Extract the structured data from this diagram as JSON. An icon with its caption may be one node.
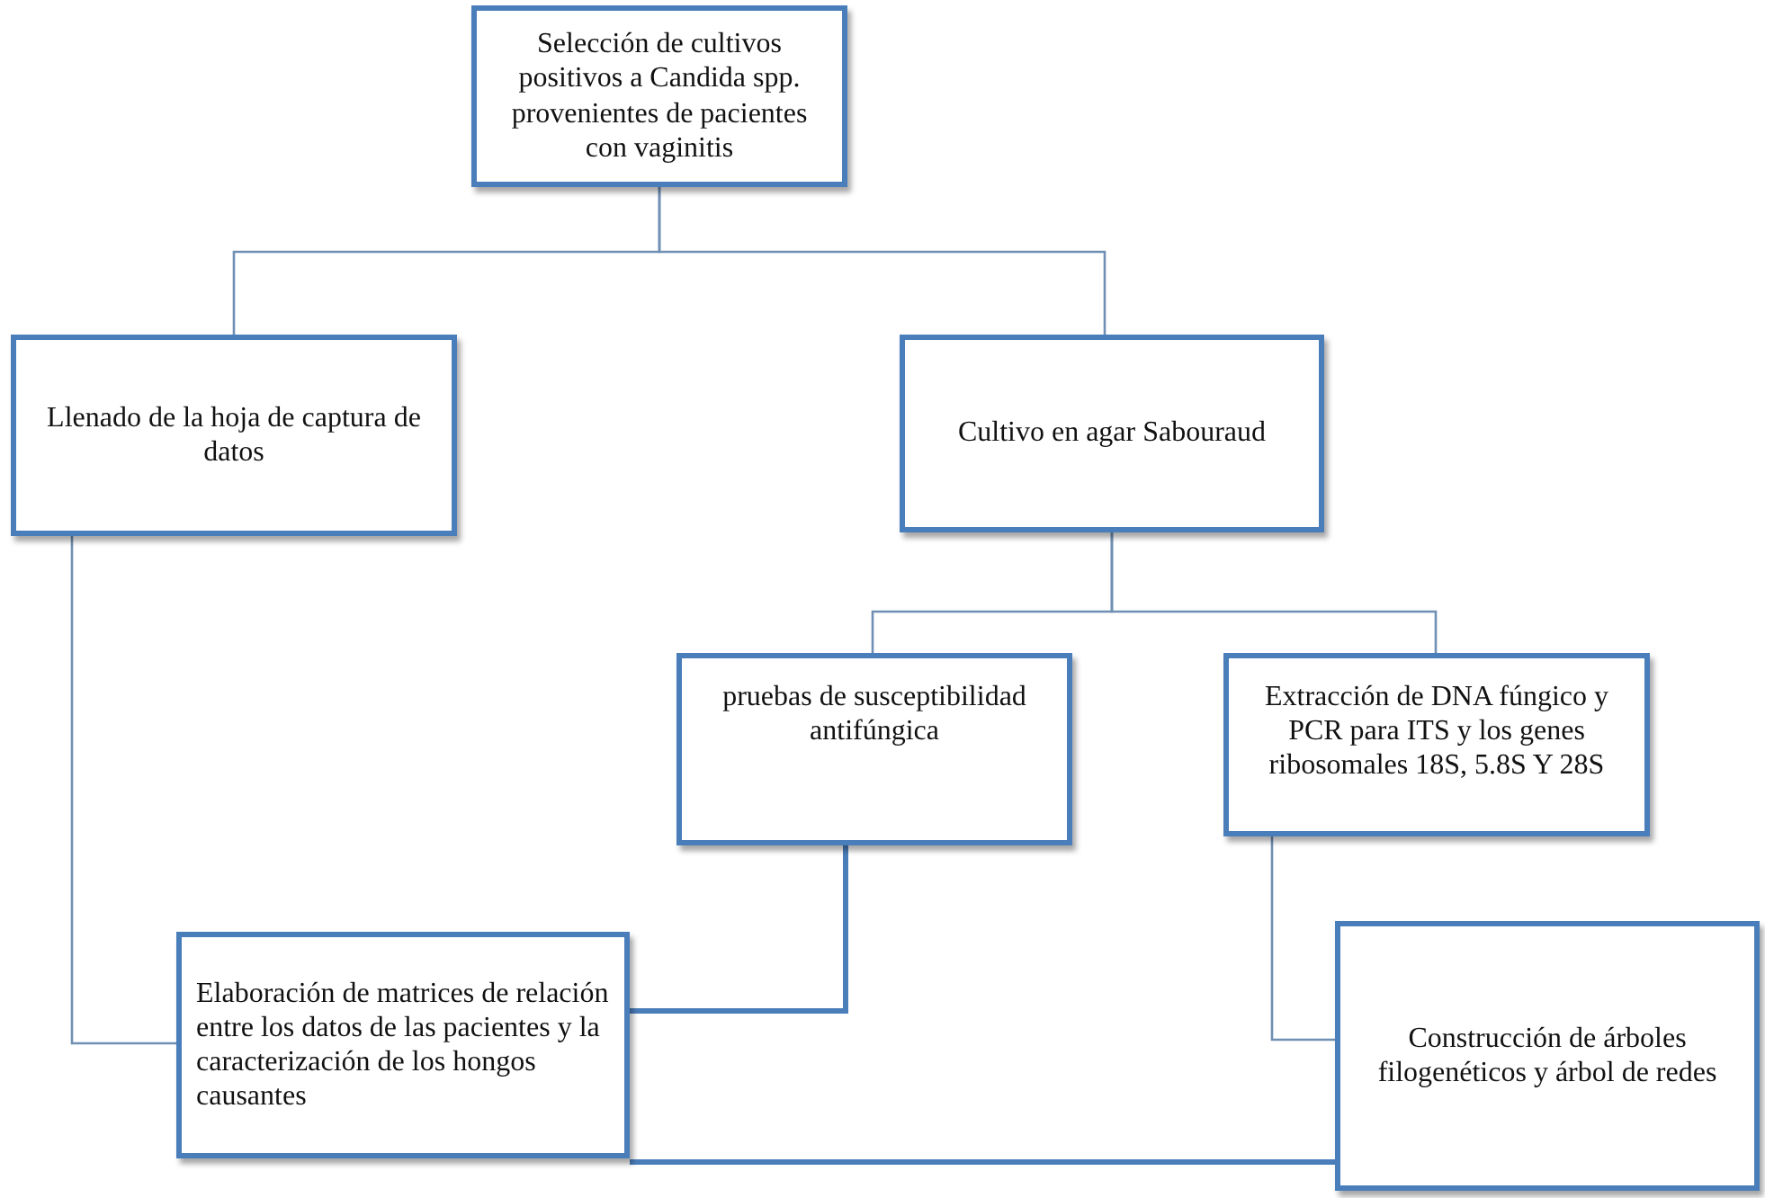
{
  "diagram": {
    "nodes": [
      {
        "text": [
          "Selección de cultivos positivos a Candida spp. provenientes de pacientes con vaginitis"
        ]
      },
      {
        "text": [
          "Llenado de la hoja de captura de datos"
        ]
      },
      {
        "text": [
          "Cultivo en agar Sabouraud"
        ]
      },
      {
        "text": [
          "pruebas de susceptibilidad antifúngica"
        ]
      },
      {
        "text": [
          "Extracción de DNA fúngico y PCR para ITS y los genes ribosomales 18S, 5.8S Y 28S"
        ]
      },
      {
        "text": [
          "Elaboración de matrices de relación entre los datos de las pacientes y la caracterización de los hongos causantes"
        ]
      },
      {
        "text": [
          "Construcción de árboles filogenéticos y árbol de redes"
        ]
      }
    ],
    "edges": [
      {
        "from": 0,
        "to": 1,
        "arrow": "none"
      },
      {
        "from": 0,
        "to": 2,
        "arrow": "none"
      },
      {
        "from": 2,
        "to": 3,
        "arrow": "none"
      },
      {
        "from": 2,
        "to": 4,
        "arrow": "none"
      },
      {
        "from": 1,
        "to": 5,
        "arrow": "none"
      },
      {
        "from": 3,
        "to": 5,
        "arrow": "none",
        "style": "thick"
      },
      {
        "from": 4,
        "to": 6,
        "arrow": "none"
      },
      {
        "from": 5,
        "to": 6,
        "arrow": "none",
        "style": "thick"
      }
    ]
  }
}
